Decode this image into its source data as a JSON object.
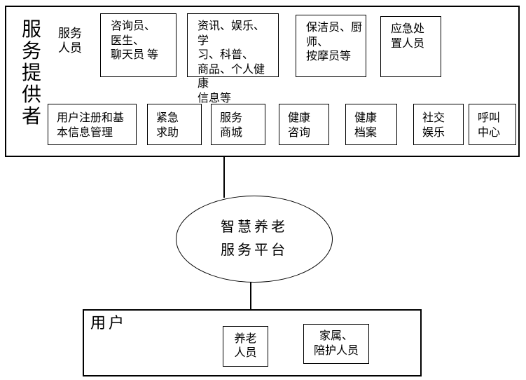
{
  "provider": {
    "title": "服务提供者",
    "staff_label": "服务\n人员",
    "staff_boxes": [
      {
        "label": "咨询员、\n医生、\n聊天员 等"
      },
      {
        "label": "资讯、娱乐、学\n习、科普、\n商品、个人健康\n信息等"
      },
      {
        "label": "保洁员、厨\n师、\n按摩员等"
      },
      {
        "label": "应急处\n置人员"
      }
    ],
    "service_boxes": [
      {
        "label": "用户注册和基\n本信息管理"
      },
      {
        "label": "紧急\n求助"
      },
      {
        "label": "服务\n商城"
      },
      {
        "label": "健康\n咨询"
      },
      {
        "label": "健康\n档案"
      },
      {
        "label": "社交\n娱乐"
      },
      {
        "label": "呼叫\n中心"
      }
    ]
  },
  "platform": {
    "label": "智慧养老\n服务平台"
  },
  "user": {
    "title": "用户",
    "boxes": [
      {
        "label": "养老\n人员"
      },
      {
        "label": "家属、\n陪护人员"
      }
    ]
  },
  "colors": {
    "line": "#000000",
    "background": "#ffffff",
    "text": "#000000"
  }
}
